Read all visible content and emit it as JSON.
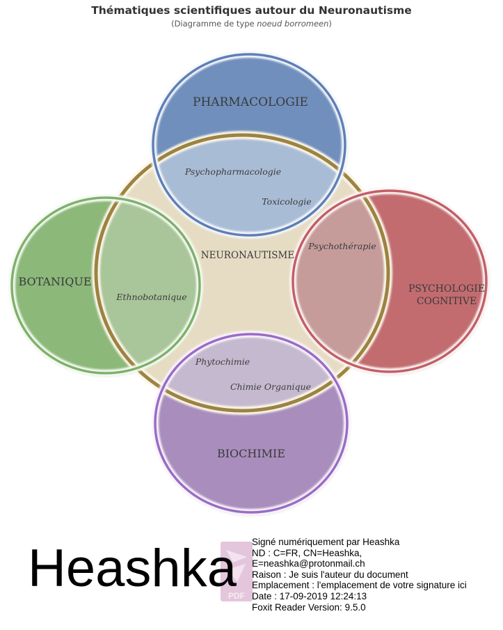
{
  "header": {
    "title": "Thématiques scientifiques autour du Neuronautisme",
    "subtitle_prefix": "(Diagramme de type ",
    "subtitle_emph": "noeud borromeen",
    "subtitle_suffix": ")"
  },
  "diagram": {
    "center_label": "NEURONAUTISME",
    "circles": {
      "pharmacologie": {
        "label": "PHARMACOLOGIE",
        "fill": "#6f8fbc",
        "ring": "#5f7fb5"
      },
      "botanique": {
        "label": "BOTANIQUE",
        "fill": "#8cb87a",
        "ring": "#7fb06c"
      },
      "psychologie": {
        "label_line1": "PSYCHOLOGIE",
        "label_line2": "COGNITIVE",
        "fill": "#c26c6f",
        "ring": "#c15f66"
      },
      "biochimie": {
        "label": "BIOCHIMIE",
        "fill": "#a98ebd",
        "ring": "#9a6cc4"
      },
      "neuronautisme": {
        "fill": "#d7c69e",
        "ring": "#9c8342"
      }
    },
    "overlaps": {
      "psychopharmacologie": "Psychopharmacologie",
      "toxicologie": "Toxicologie",
      "ethnobotanique": "Ethnobotanique",
      "psychotherapie": "Psychothérapie",
      "phytochimie": "Phytochimie",
      "chimie_organique": "Chimie Organique"
    }
  },
  "signature": {
    "signer_name": "Heashka",
    "lines": [
      "Signé numériquement par Heashka",
      "ND : C=FR, CN=Heashka,",
      "E=neashka@protonmail.ch",
      "Raison : Je suis l'auteur du document",
      "Emplacement : l'emplacement de votre signature ici",
      "Date : 17-09-2019 12:24:13",
      "Foxit Reader Version: 9.5.0"
    ],
    "logo_text": "PDF",
    "logo_color": "#e4c6dc"
  }
}
